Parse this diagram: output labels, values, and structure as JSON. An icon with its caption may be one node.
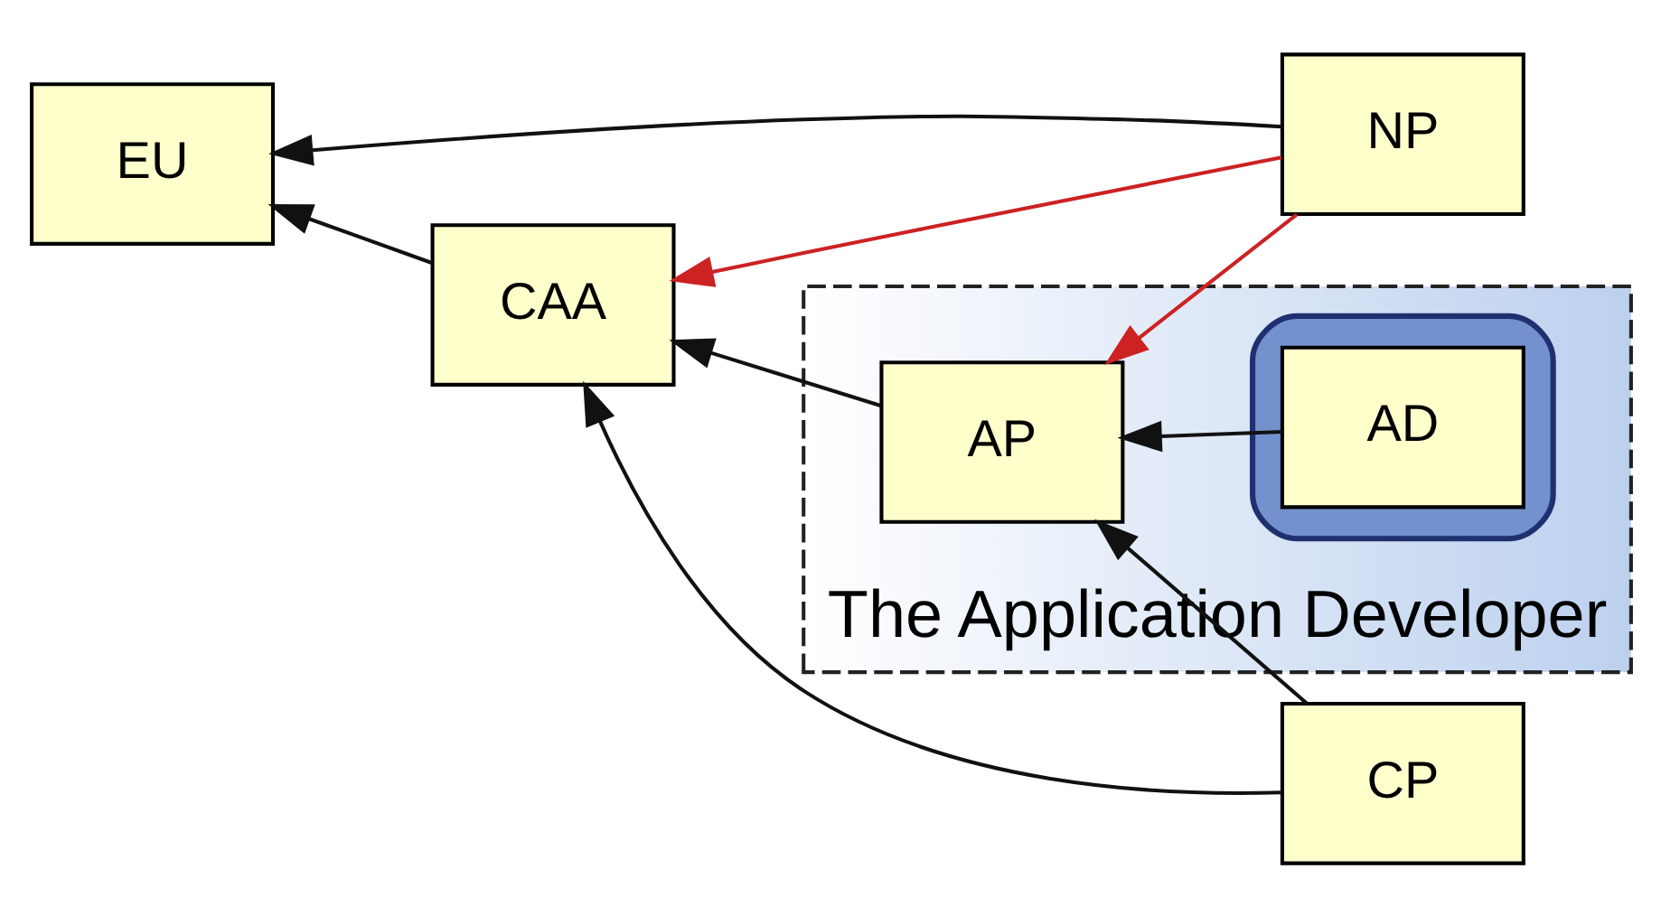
{
  "diagram": {
    "nodes": [
      {
        "text": [
          "NP"
        ]
      },
      {
        "text": [
          "EU"
        ]
      },
      {
        "text": [
          "CAA"
        ]
      },
      {
        "text": [
          "The Application Developer"
        ]
      },
      {
        "text": [
          "AP"
        ],
        "in": 3
      },
      {
        "text": [],
        "shape": "ellipse",
        "in": 3
      },
      {
        "text": [
          "AD"
        ],
        "in": 5
      },
      {
        "text": [
          "CP"
        ]
      }
    ],
    "edges": [
      {
        "from": 0,
        "to": 1,
        "arrow": "to"
      },
      {
        "from": 0,
        "to": 2,
        "arrow": "to",
        "color": "#cc2222"
      },
      {
        "from": 0,
        "to": 4,
        "arrow": "to",
        "color": "#cc2222"
      },
      {
        "from": 2,
        "to": 1,
        "arrow": "to"
      },
      {
        "from": 4,
        "to": 2,
        "arrow": "to"
      },
      {
        "from": 6,
        "to": 4,
        "arrow": "to"
      },
      {
        "from": 7,
        "to": 2,
        "arrow": "to"
      },
      {
        "from": 7,
        "to": 4,
        "arrow": "to"
      }
    ]
  }
}
